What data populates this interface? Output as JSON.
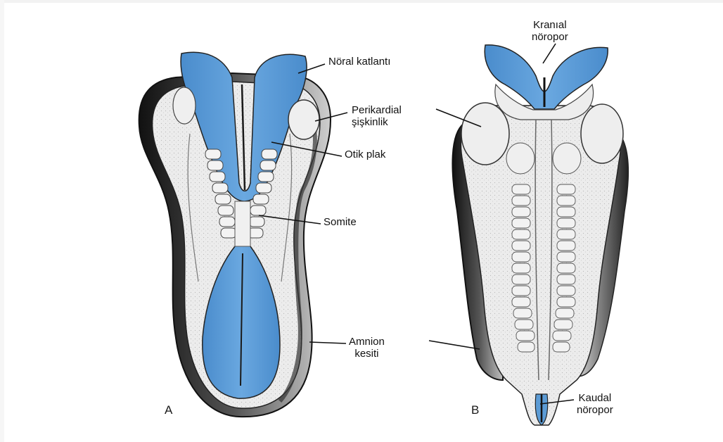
{
  "panels": {
    "a_letter": "A",
    "b_letter": "B"
  },
  "labels": {
    "noral_katlanti": "Nöral katlantı",
    "perikardial": "Perikardial\nşişkinlik",
    "otik_plak": "Otik plak",
    "somite": "Somite",
    "amnion": "Amnion\nkesiti",
    "kranial": "Kranıal\nnöropor",
    "kaudal": "Kaudal\nnöropor"
  },
  "colors": {
    "neural_blue": "#5b9bd5",
    "tissue": "#ececec",
    "outline": "#1c1c1c",
    "shadow": "#2a2a2a"
  }
}
